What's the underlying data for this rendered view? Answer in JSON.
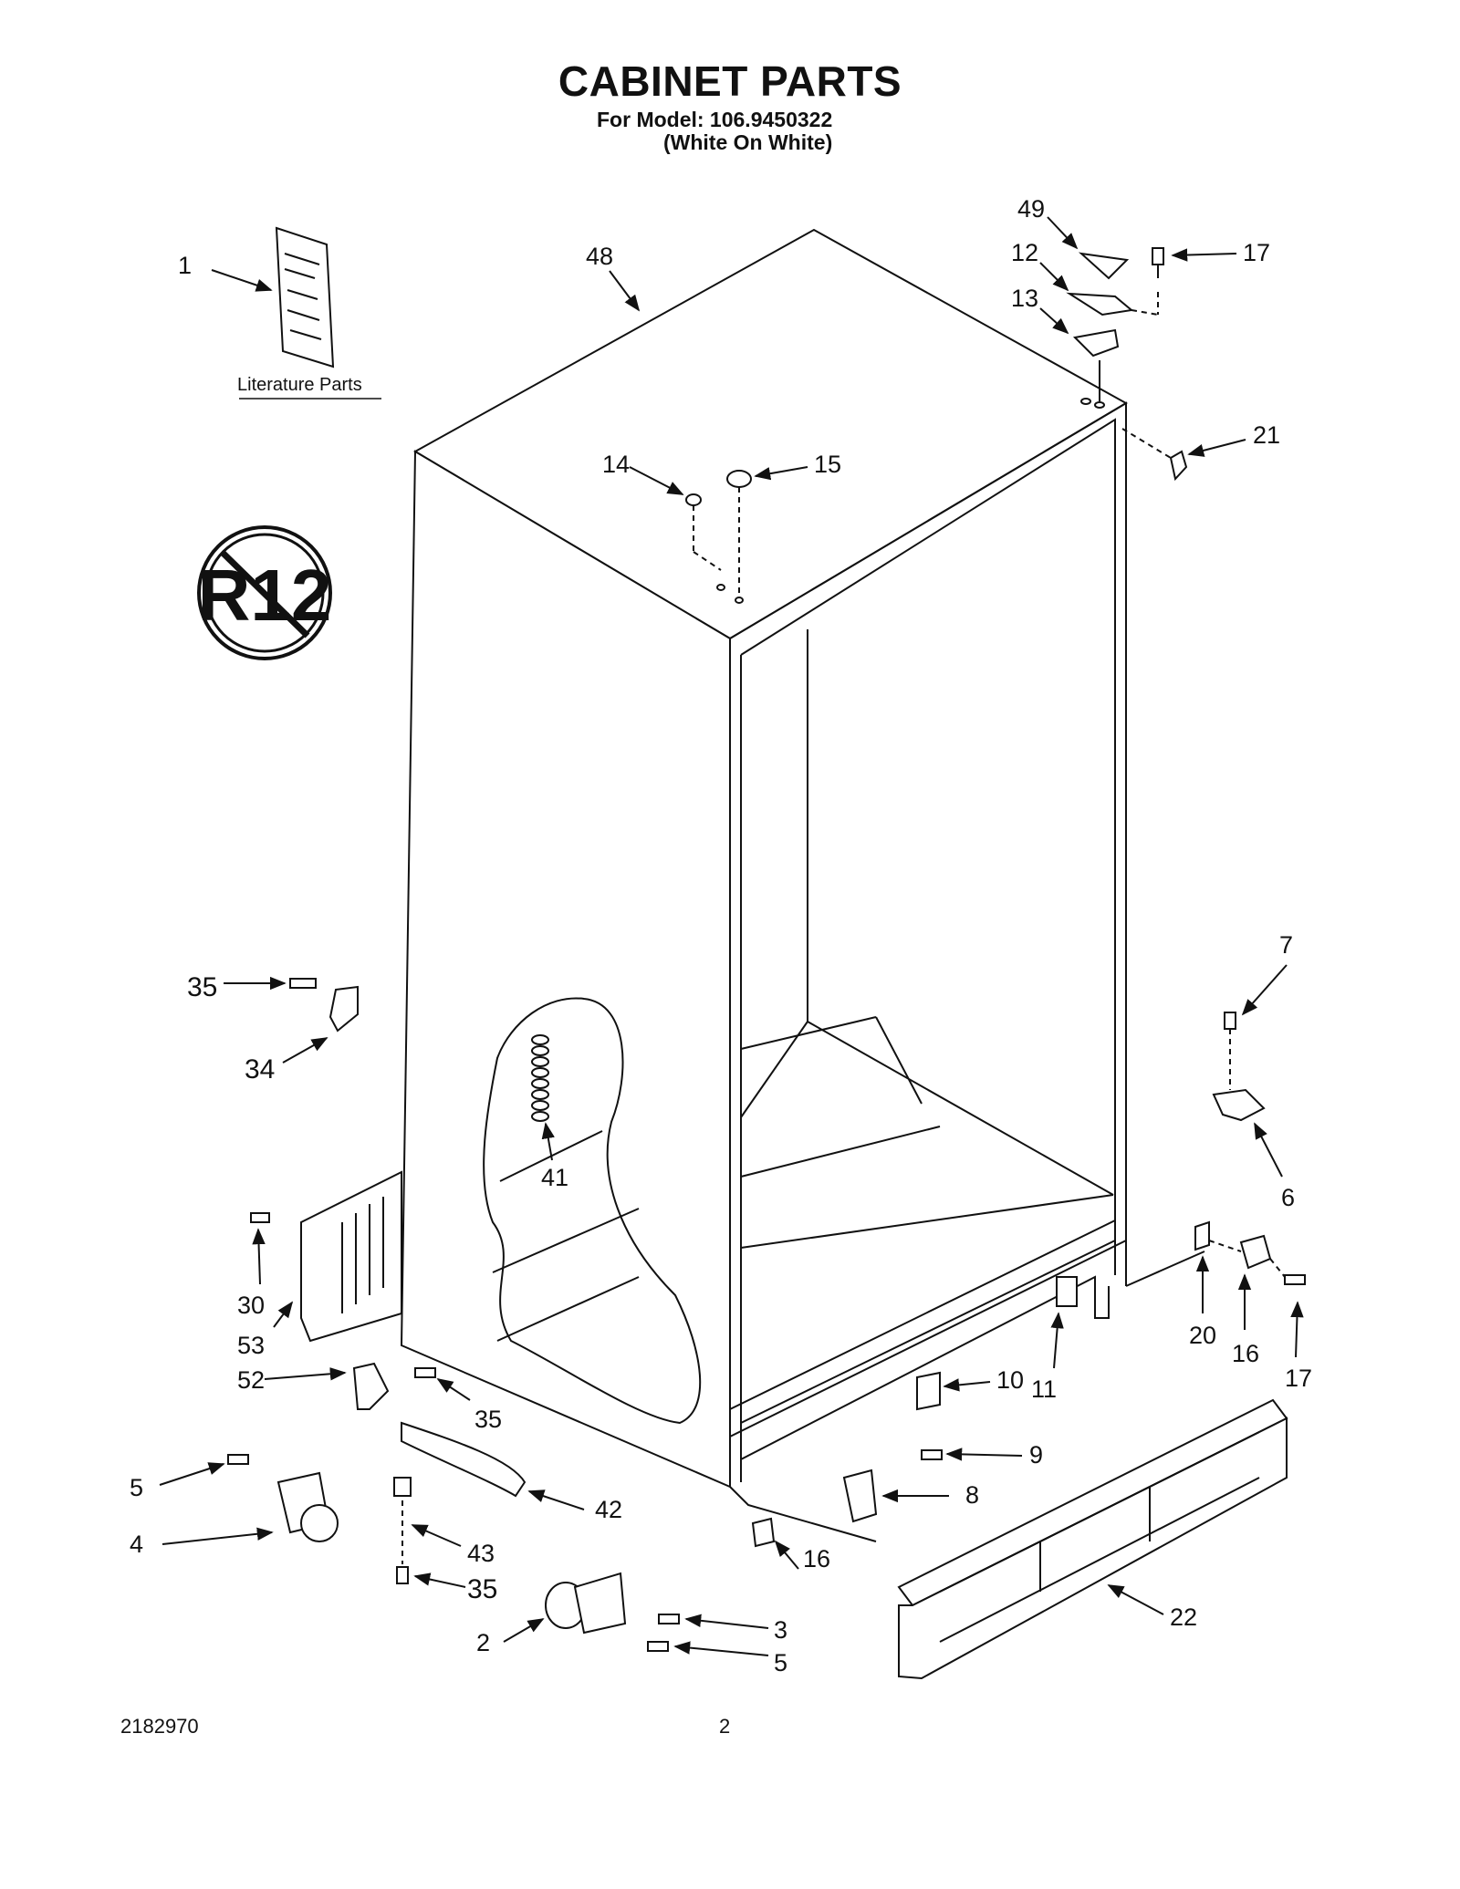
{
  "header": {
    "title": "CABINET PARTS",
    "model_line": "For Model: 106.9450322",
    "variant_line": "(White On White)"
  },
  "literature_label": "Literature Parts",
  "badge_text": "R12",
  "callouts": {
    "c1": "1",
    "c48": "48",
    "c49": "49",
    "c12": "12",
    "c17a": "17",
    "c13": "13",
    "c21": "21",
    "c14": "14",
    "c15": "15",
    "c35a": "35",
    "c34": "34",
    "c41": "41",
    "c7": "7",
    "c6": "6",
    "c30": "30",
    "c53": "53",
    "c52": "52",
    "c35b": "35",
    "c20": "20",
    "c16a": "16",
    "c17b": "17",
    "c10": "10",
    "c11": "11",
    "c9": "9",
    "c8": "8",
    "c5a": "5",
    "c4": "4",
    "c42": "42",
    "c43": "43",
    "c35c": "35",
    "c16b": "16",
    "c22": "22",
    "c2": "2",
    "c3": "3",
    "c5b": "5"
  },
  "footer": {
    "doc_number": "2182970",
    "page_number": "2"
  }
}
